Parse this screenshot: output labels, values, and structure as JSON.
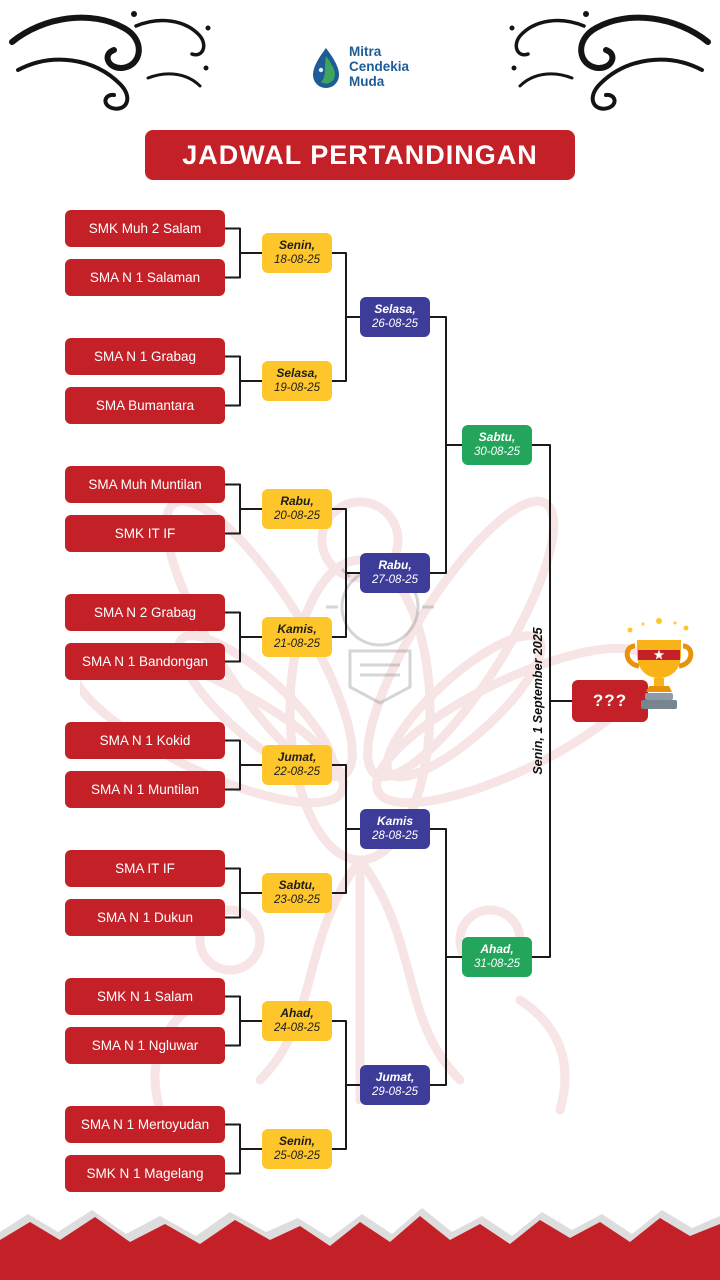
{
  "header": {
    "logo_lines": [
      "Mitra",
      "Cendekia",
      "Muda"
    ],
    "title": "JADWAL PERTANDINGAN"
  },
  "bracket": {
    "teams": [
      "SMK Muh 2 Salam",
      "SMA N 1 Salaman",
      "SMA N 1 Grabag",
      "SMA Bumantara",
      "SMA Muh Muntilan",
      "SMK IT IF",
      "SMA N 2 Grabag",
      "SMA N 1 Bandongan",
      "SMA N 1 Kokid",
      "SMA N 1 Muntilan",
      "SMA IT IF",
      "SMA N 1 Dukun",
      "SMK N 1 Salam",
      "SMA N 1 Ngluwar",
      "SMA N 1 Mertoyudan",
      "SMK N 1 Magelang"
    ],
    "round1": [
      {
        "day": "Senin,",
        "date": "18-08-25"
      },
      {
        "day": "Selasa,",
        "date": "19-08-25"
      },
      {
        "day": "Rabu,",
        "date": "20-08-25"
      },
      {
        "day": "Kamis,",
        "date": "21-08-25"
      },
      {
        "day": "Jumat,",
        "date": "22-08-25"
      },
      {
        "day": "Sabtu,",
        "date": "23-08-25"
      },
      {
        "day": "Ahad,",
        "date": "24-08-25"
      },
      {
        "day": "Senin,",
        "date": "25-08-25"
      }
    ],
    "round2": [
      {
        "day": "Selasa,",
        "date": "26-08-25"
      },
      {
        "day": "Rabu,",
        "date": "27-08-25"
      },
      {
        "day": "Kamis",
        "date": "28-08-25"
      },
      {
        "day": "Jumat,",
        "date": "29-08-25"
      }
    ],
    "semifinals": [
      {
        "day": "Sabtu,",
        "date": "30-08-25"
      },
      {
        "day": "Ahad,",
        "date": "31-08-25"
      }
    ],
    "final": {
      "label": "Senin, 1 September 2025",
      "winner_placeholder": "???"
    }
  },
  "icons": {
    "decorative": [
      "flourish-left-icon",
      "flourish-right-icon",
      "logo-drop-icon",
      "trophy-icon",
      "batik-bird-watermark",
      "emblem-watermark",
      "torn-paper-edge"
    ]
  },
  "colors": {
    "red": "#C32127",
    "yellow": "#FFC62B",
    "blue": "#3D3C99",
    "green": "#23A55C",
    "logo_blue": "#1D5C96",
    "line": "#1A1A1A"
  }
}
